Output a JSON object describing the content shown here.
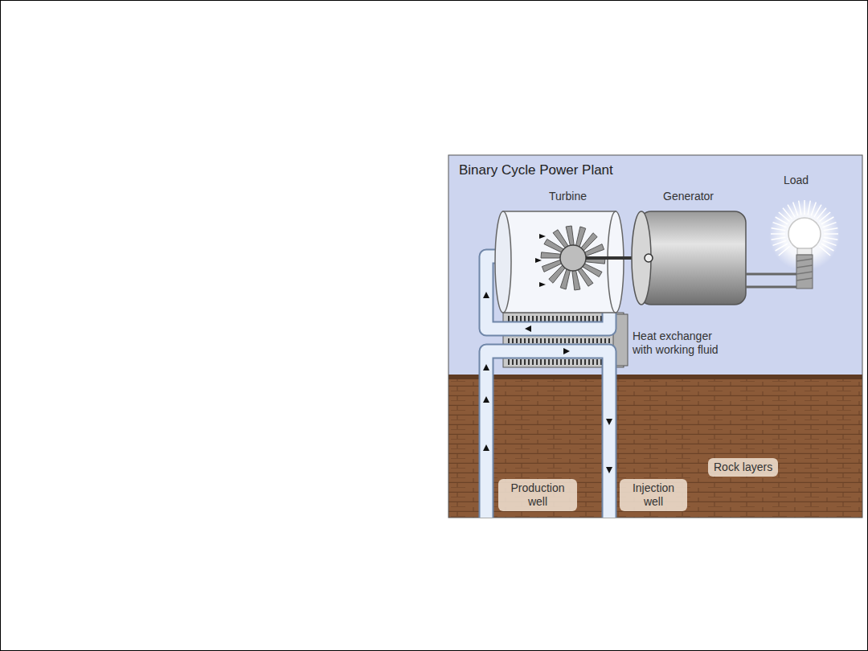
{
  "diagram": {
    "title": "Binary Cycle Power Plant",
    "nodes": [
      {
        "text": [
          "Rock layers"
        ]
      },
      {
        "text": [
          "Production well"
        ]
      },
      {
        "text": [
          "Injection well"
        ]
      }
    ],
    "labels": [
      "Turbine",
      "Generator",
      "Load",
      "Heat exchanger with working fluid"
    ]
  }
}
